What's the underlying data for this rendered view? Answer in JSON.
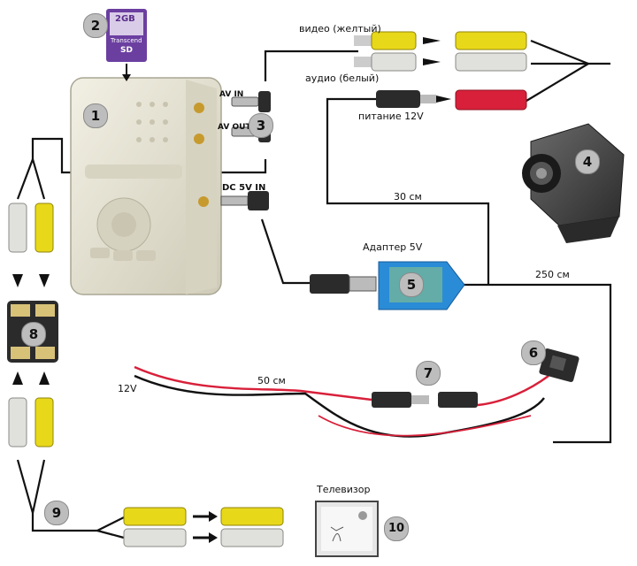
{
  "labels": {
    "video": "видео (желтый)",
    "audio": "аудио (белый)",
    "power": "питание 12V",
    "av_in": "AV IN",
    "av_out": "AV OUT",
    "dc_in": "DC 5V IN",
    "len_30": "30 см",
    "adapter": "Адаптер 5V",
    "len_250": "250 см",
    "volt_12": "12V",
    "len_50": "50 см",
    "tv": "Телевизор",
    "sd_top": "2GB",
    "sd_brand": "Transcend",
    "sd_sd": "SD"
  },
  "numbers": [
    "1",
    "2",
    "3",
    "4",
    "5",
    "6",
    "7",
    "8",
    "9",
    "10"
  ],
  "colors": {
    "yellow": "#e8d81a",
    "white_plug": "#e0e0dc",
    "red": "#d8203a",
    "cable": "#111111",
    "recorder": "#e6e3d3",
    "adapter_pcb": "#2a8cd6",
    "badge": "#bdbdbd"
  }
}
